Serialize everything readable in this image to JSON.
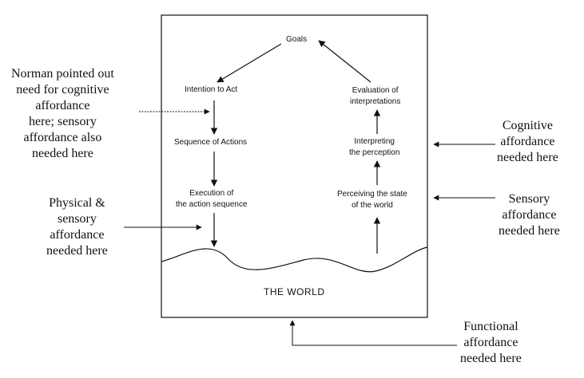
{
  "stages": {
    "goals": "Goals",
    "intention": "Intention to Act",
    "sequence": "Sequence of Actions",
    "execution": "Execution of\nthe action sequence",
    "evaluation": "Evaluation of\ninterpretations",
    "interpreting": "Interpreting\nthe perception",
    "perceiving": "Perceiving the state\nof the world"
  },
  "world_label": "THE WORLD",
  "annotations": {
    "norman": "Norman pointed out\nneed for cognitive\naffordance\nhere; sensory\naffordance also\nneeded here",
    "physical": "Physical &\nsensory\naffordance\nneeded here",
    "cognitive": "Cognitive\naffordance\nneeded here",
    "sensory": "Sensory\naffordance\nneeded here",
    "functional": "Functional\naffordance\nneeded here"
  }
}
